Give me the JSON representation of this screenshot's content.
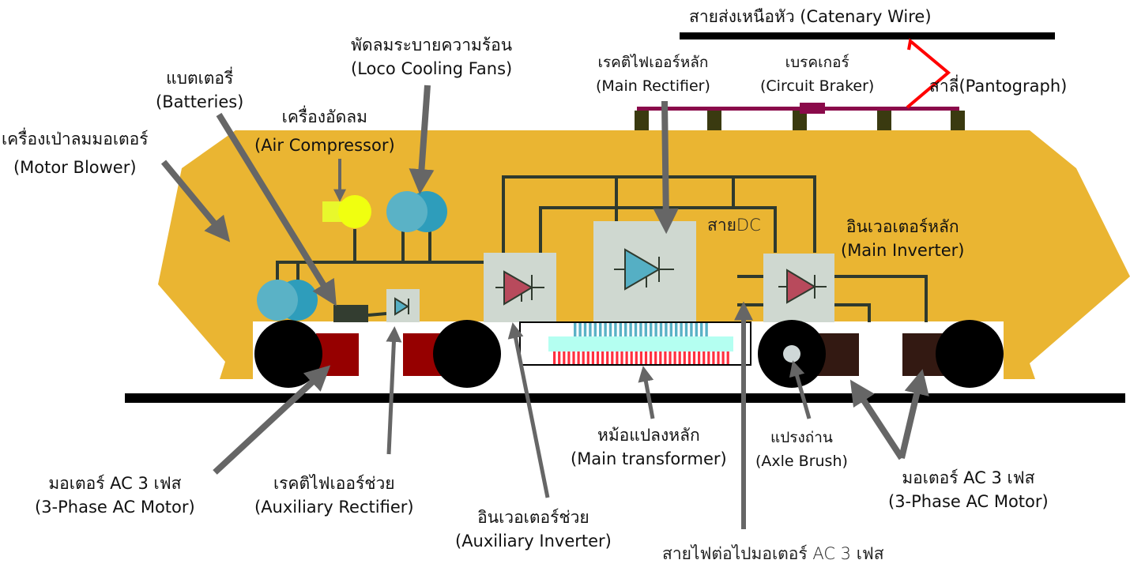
{
  "title": "Electric Locomotive Component Diagram",
  "colors": {
    "body": "#EAB532",
    "wire": "#2F3A2E",
    "arrow": "#666666",
    "box": "#CFD8D0",
    "thyristor_red": "#B84A5C",
    "diode_blue": "#55AFC4",
    "motor_red": "#960000",
    "motor_brown": "#331912",
    "pantograph": "#FF0000",
    "roof_bar": "#8A0A4A",
    "roof_post": "#3A3A10",
    "fan_light": "#5AB2C6",
    "fan_dark": "#2E9DBB",
    "compressor": "#F0FF10",
    "transformer_core": "#B4FFF1",
    "winding_primary": "#5AB2C6",
    "winding_secondary": "#FF3040"
  },
  "labels": {
    "catenary": {
      "th": "สายส่งเหนือหัว",
      "en": "(Catenary Wire)"
    },
    "pantograph": {
      "th": "สาลี่",
      "en": "(Pantograph)"
    },
    "main_rectifier": {
      "th": "เรคติไฟเออร์หลัก",
      "en": "(Main Rectifier)"
    },
    "circuit_breaker": {
      "th": "เบรคเกอร์",
      "en": "(Circuit Braker)"
    },
    "cooling_fans": {
      "th": "พัดลมระบายความร้อน",
      "en": "(Loco Cooling Fans)"
    },
    "batteries": {
      "th": "แบตเตอรี่",
      "en": "(Batteries)"
    },
    "air_compressor": {
      "th": "เครื่องอัดลม",
      "en": "(Air Compressor)"
    },
    "motor_blower": {
      "th": "เครื่องเป่าลมมอเตอร์",
      "en": "(Motor Blower)"
    },
    "dc_link": {
      "th": "สายDC"
    },
    "main_inverter": {
      "th": "อินเวอเตอร์หลัก",
      "en": "(Main Inverter)"
    },
    "motor_left": {
      "th": "มอเตอร์ AC 3 เฟส",
      "en": "(3-Phase AC Motor)"
    },
    "aux_rectifier": {
      "th": "เรคติไฟเออร์ช่วย",
      "en": "(Auxiliary Rectifier)"
    },
    "aux_inverter": {
      "th": "อินเวอเตอร์ช่วย",
      "en": "(Auxiliary Inverter)"
    },
    "main_transformer": {
      "th": "หม้อแปลงหลัก",
      "en": "(Main transformer)"
    },
    "axle_brush": {
      "th": "แปรงถ่าน",
      "en": "(Axle Brush)"
    },
    "motor_right": {
      "th": "มอเตอร์ AC 3 เฟส",
      "en": "(3-Phase AC Motor)"
    },
    "motor_cable": {
      "th": "สายไฟต่อไปมอเตอร์ AC 3 เฟส"
    }
  }
}
